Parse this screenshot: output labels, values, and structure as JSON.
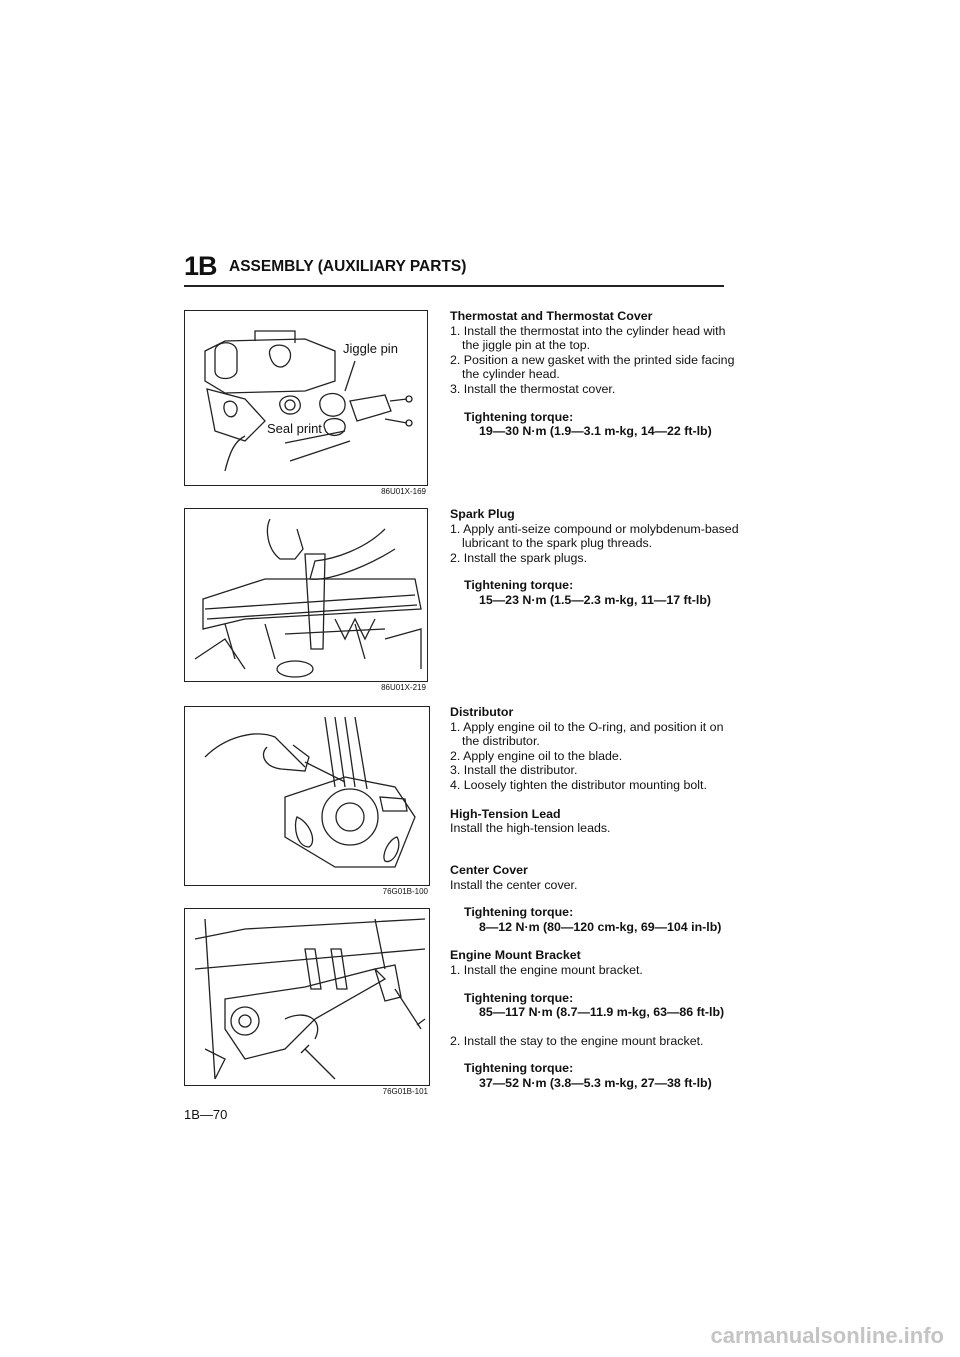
{
  "header": {
    "section_code": "1B",
    "section_title": "ASSEMBLY (AUXILIARY PARTS)"
  },
  "figures": [
    {
      "code": "86U01X-169",
      "labels": {
        "jiggle_pin": "Jiggle pin",
        "seal_print": "Seal print"
      }
    },
    {
      "code": "86U01X-219"
    },
    {
      "code": "76G01B-100"
    },
    {
      "code": "76G01B-101"
    }
  ],
  "sections": {
    "thermostat": {
      "heading": "Thermostat and Thermostat Cover",
      "steps": [
        "1. Install the thermostat into the cylinder head with the jiggle pin at the top.",
        "2. Position a new gasket with the printed side facing the cylinder head.",
        "3. Install the thermostat cover."
      ],
      "torque_label": "Tightening torque:",
      "torque_value": "19—30 N·m (1.9—3.1 m-kg, 14—22 ft-lb)"
    },
    "spark_plug": {
      "heading": "Spark Plug",
      "steps": [
        "1. Apply anti-seize compound or molybdenum-based lubricant to the spark plug threads.",
        "2. Install the spark plugs."
      ],
      "torque_label": "Tightening torque:",
      "torque_value": "15—23 N·m (1.5—2.3 m-kg, 11—17 ft-lb)"
    },
    "distributor": {
      "heading": "Distributor",
      "steps": [
        "1. Apply engine oil to the O-ring, and position it on the distributor.",
        "2. Apply engine oil to the blade.",
        "3. Install the distributor.",
        "4. Loosely tighten the distributor mounting bolt."
      ]
    },
    "high_tension": {
      "heading": "High-Tension Lead",
      "text": "Install the high-tension leads."
    },
    "center_cover": {
      "heading": "Center Cover",
      "text": "Install the center cover.",
      "torque_label": "Tightening torque:",
      "torque_value": "8—12 N·m (80—120 cm-kg, 69—104 in-lb)"
    },
    "engine_mount": {
      "heading": "Engine Mount Bracket",
      "step1": "1. Install the engine mount bracket.",
      "torque1_label": "Tightening torque:",
      "torque1_value": "85—117 N·m (8.7—11.9 m-kg, 63—86 ft-lb)",
      "step2": "2. Install the stay to the engine mount bracket.",
      "torque2_label": "Tightening torque:",
      "torque2_value": "37—52 N·m (3.8—5.3 m-kg, 27—38 ft-lb)"
    }
  },
  "page_number": "1B—70",
  "watermark": "carmanualsonline.info"
}
